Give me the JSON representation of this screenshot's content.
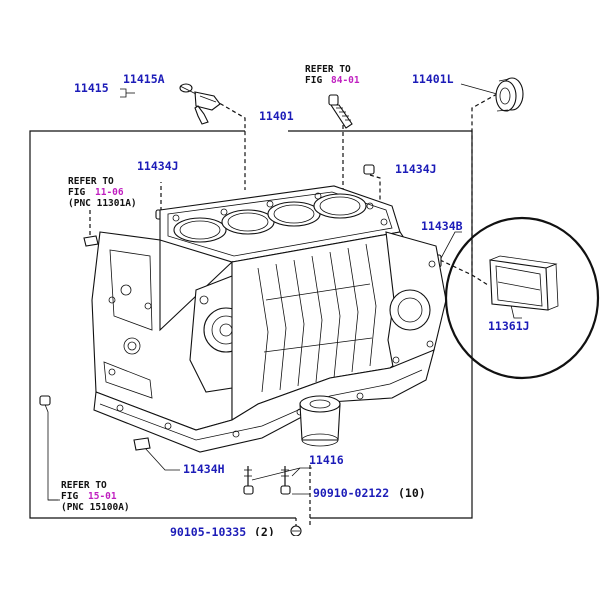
{
  "labels": {
    "p11415": "11415",
    "p11415A": "11415A",
    "refer_top_line1": "REFER TO",
    "refer_top_fig": "FIG",
    "refer_top_fignum": "84-01",
    "p11401L": "11401L",
    "p11401": "11401",
    "p11434J_left": "11434J",
    "p11434J_right": "11434J",
    "refer_left_line1": "REFER TO",
    "refer_left_fig": "FIG",
    "refer_left_fignum": "11-06",
    "refer_left_pnc": "(PNC 11301A)",
    "p11434B": "11434B",
    "p11361J": "11361J",
    "p11434H": "11434H",
    "p11416": "11416",
    "bolt_a": "90910-02122",
    "bolt_a_qty": "(10)",
    "refer_bottom_line1": "REFER TO",
    "refer_bottom_fig": "FIG",
    "refer_bottom_fignum": "15-01",
    "refer_bottom_pnc": "(PNC 15100A)",
    "bolt_b": "90105-10335",
    "bolt_b_qty": "(2)"
  },
  "colors": {
    "part_number": "#1c1cb8",
    "figure_ref": "#c01fc0",
    "line_art": "#111111"
  },
  "callout": {
    "shape": "circle",
    "target": "11361J"
  }
}
